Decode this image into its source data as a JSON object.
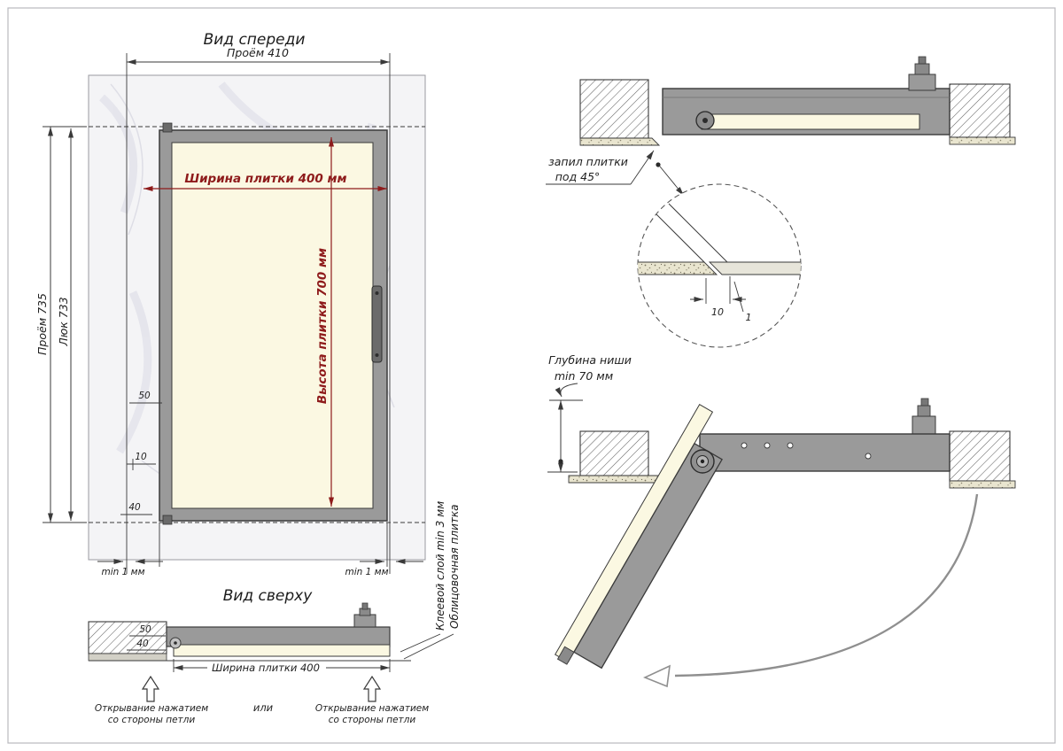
{
  "colors": {
    "dimension_red": "#8e1b1b",
    "line_dark": "#3a3a3a",
    "tile_cream": "#fbf8e2",
    "frame_gray": "#9a9a9a",
    "wall_fill": "#f4f4f6"
  },
  "front_view": {
    "title": "Вид спереди",
    "dim_opening_w": "Проём 410",
    "dim_tile_w": "Ширина плитки 400 мм",
    "dim_tile_h": "Высота плитки 700 мм",
    "dim_opening_h": "Проём 735",
    "dim_hatch_h": "Люк 733",
    "dim_50": "50",
    "dim_10": "10",
    "dim_40": "40",
    "dim_min_left": "min 1 мм",
    "dim_min_right": "min 1 мм"
  },
  "top_view": {
    "title": "Вид сверху",
    "dim_50": "50",
    "dim_40": "40",
    "dim_tile_w": "Ширина плитки 400",
    "open_left_1": "Открывание нажатием",
    "open_left_2": "со стороны петли",
    "or_label": "или",
    "open_right_1": "Открывание нажатием",
    "open_right_2": "со стороны петли",
    "glue_label": "Клеевой слой min 3 мм",
    "tile_label": "Облицовочная плитка"
  },
  "closed_section": {
    "cut_label_1": "запил плитки",
    "cut_label_2": "под 45°"
  },
  "detail_view": {
    "dim_10": "10",
    "dim_1": "1"
  },
  "open_section": {
    "depth_label_1": "Глубина ниши",
    "depth_label_2": "min 70 мм"
  }
}
